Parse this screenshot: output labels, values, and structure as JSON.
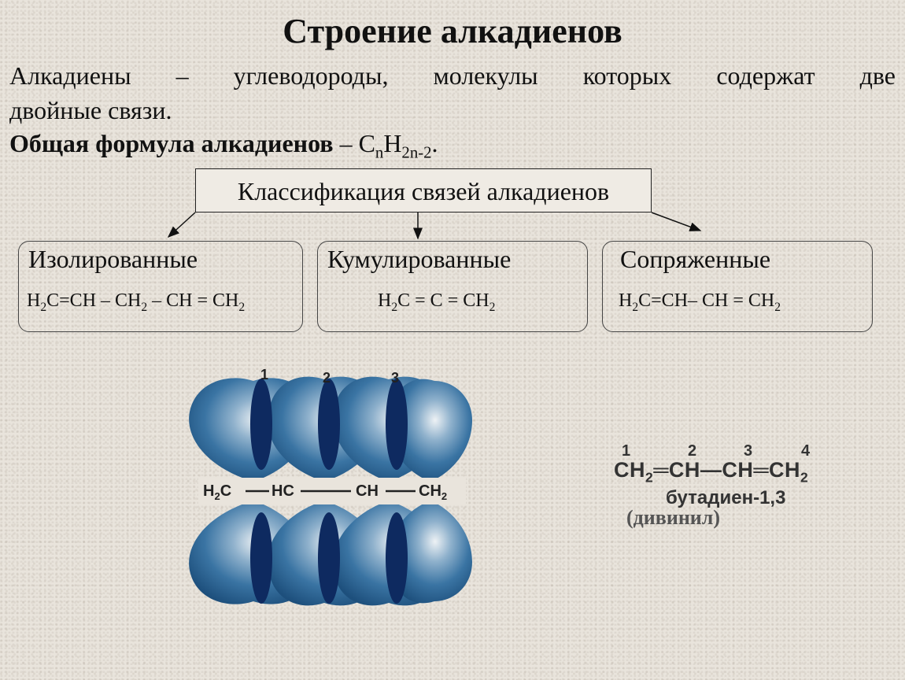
{
  "title": "Строение алкадиенов",
  "definition": {
    "line1_words": [
      "Алкадиены",
      "–",
      "углеводороды,",
      "молекулы",
      "которых",
      "содержат",
      "две"
    ],
    "line2": "двойные связи."
  },
  "formula": {
    "label": "Общая формула алкадиенов",
    "dash": " – ",
    "C": "C",
    "n": "n",
    "H": "H",
    "sub": "2n-2",
    "dot": "."
  },
  "classification": "Классификация связей алкадиенов",
  "types": [
    {
      "name": "Изолированные",
      "formula_parts": [
        "H",
        "2",
        "C=CH – CH",
        "2",
        " – CH = CH",
        "2"
      ]
    },
    {
      "name": "Кумулированные",
      "formula_parts": [
        "H",
        "2",
        "C = C = CH",
        "2"
      ]
    },
    {
      "name": "Сопряженные",
      "formula_parts": [
        "H",
        "2",
        "C=CH– CH = CH",
        "2"
      ]
    }
  ],
  "orbital_labels": {
    "numbers": [
      "1",
      "2",
      "3"
    ],
    "atoms": [
      "H",
      "2",
      "C",
      "HC",
      "CH",
      "CH",
      "2"
    ]
  },
  "butadiene": {
    "numbers": [
      "1",
      "2",
      "3",
      "4"
    ],
    "m1": "CH",
    "m1sub": "2",
    "bond1": "═",
    "m2": "CH",
    "bond2": "—",
    "m3": "CH",
    "bond3": "═",
    "m4": "CH",
    "m4sub": "2",
    "name": "бутадиен-1,3",
    "trivial": "(дивинил)"
  },
  "colors": {
    "orbital_dark": "#1d4f7c",
    "orbital_mid": "#3a74a3",
    "orbital_overlap": "#0e2a60"
  }
}
